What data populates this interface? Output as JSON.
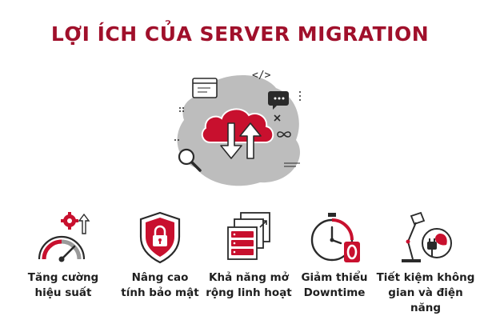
{
  "title": "LỢI ÍCH CỦA SERVER MIGRATION",
  "colors": {
    "accent": "#c8102e",
    "dark": "#2a2a2a",
    "gray_blob": "#bdbdbd",
    "text": "#1f1f1f"
  },
  "hero": {
    "code_symbol": "</>",
    "icons": [
      "browser-window-icon",
      "code-icon",
      "chat-bubble-icon",
      "magnifier-icon",
      "cloud-upload-download-icon",
      "infinity-icon",
      "close-icon"
    ]
  },
  "benefits": [
    {
      "line1": "Tăng cường",
      "line2": "hiệu suất",
      "icon": "speedometer-gear-icon"
    },
    {
      "line1": "Nâng cao",
      "line2": "tính bảo mật",
      "icon": "shield-lock-icon"
    },
    {
      "line1": "Khả năng mở",
      "line2": "rộng linh hoạt",
      "icon": "server-expand-icon"
    },
    {
      "line1": "Giảm thiểu",
      "line2": "Downtime",
      "icon": "stopwatch-zero-icon"
    },
    {
      "line1": "Tiết kiệm không",
      "line2": "gian và điện năng",
      "icon": "lamp-plug-leaf-icon"
    }
  ]
}
